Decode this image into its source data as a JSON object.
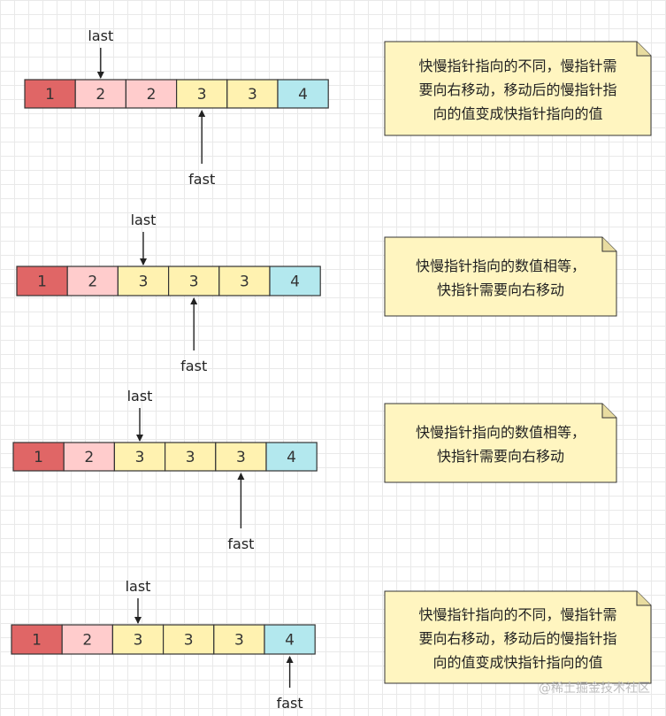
{
  "colors": {
    "1": "#e06666",
    "2": "#ffcccc",
    "3": "#fff2b0",
    "4": "#b3e8ee",
    "note_fill": "#fff5c0",
    "stroke": "#333333"
  },
  "steps": [
    {
      "cells": [
        "1",
        "2",
        "2",
        "3",
        "3",
        "4"
      ],
      "last_label": "last",
      "fast_label": "fast",
      "note": [
        "快慢指针指向的不同，慢指针需",
        "要向右移动，移动后的慢指针指",
        "向的值变成快指针指向的值"
      ]
    },
    {
      "cells": [
        "1",
        "2",
        "3",
        "3",
        "3",
        "4"
      ],
      "last_label": "last",
      "fast_label": "fast",
      "note": [
        "快慢指针指向的数值相等，",
        "快指针需要向右移动"
      ]
    },
    {
      "cells": [
        "1",
        "2",
        "3",
        "3",
        "3",
        "4"
      ],
      "last_label": "last",
      "fast_label": "fast",
      "note": [
        "快慢指针指向的数值相等，",
        "快指针需要向右移动"
      ]
    },
    {
      "cells": [
        "1",
        "2",
        "3",
        "3",
        "3",
        "4"
      ],
      "last_label": "last",
      "fast_label": "fast",
      "note": [
        "快慢指针指向的不同，慢指针需",
        "要向右移动，移动后的慢指针指",
        "向的值变成快指针指向的值"
      ]
    }
  ],
  "watermark": "@稀土掘金技术社区"
}
